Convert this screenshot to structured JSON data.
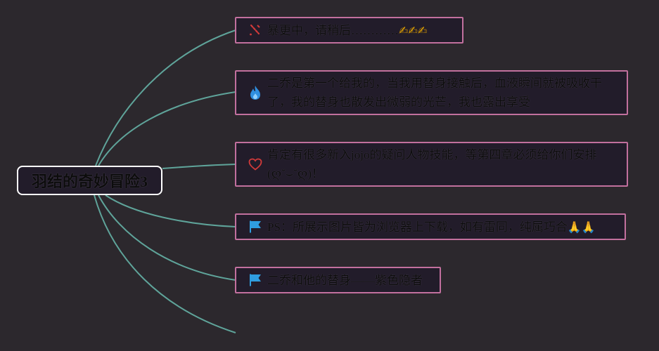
{
  "root": {
    "label": "羽结的奇妙冒险3"
  },
  "topics": [
    {
      "icon": "pen-brush-icon",
      "text": "暴更中，请稍后…………",
      "suffix": "✍✍✍"
    },
    {
      "icon": "fire-icon",
      "text": "二乔是第一个给我的，当我用替身接触后，血液瞬间就被吸收干了，我的替身也散发出微弱的光芒，我也露出享受",
      "suffix": ""
    },
    {
      "icon": "heart-icon",
      "text": "肯定有很多新入jojo的疑问人物技能，等第四章必须给你们安排(ღ˘⌣˘ღ)！",
      "suffix": ""
    },
    {
      "icon": "flag-icon",
      "text": "PS：所展示图片皆为浏览器上下载，如有雷同，纯属巧合",
      "suffix": "🙏🙏"
    },
    {
      "icon": "flag-icon",
      "text": "二乔和他的替身——紫色隐者",
      "suffix": ""
    }
  ],
  "colors": {
    "background": "#2c282d",
    "link": "#5fa49a",
    "node_border": "#c2709e",
    "node_fill": "#221c2a",
    "root_border": "#ffffff",
    "fire": "#2f8fe0",
    "heart": "#d23a3a",
    "flag": "#2f9de0",
    "pen": "#d23a3a"
  }
}
